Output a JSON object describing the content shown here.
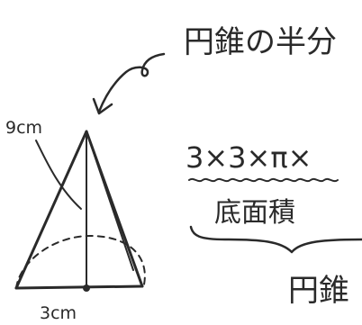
{
  "title": "円錐の半分",
  "labels": {
    "height": "9cm",
    "radius": "3cm",
    "formula": "3×3×π×",
    "base_area": "底面積",
    "bottom": "円錐"
  },
  "colors": {
    "ink": "#2a2a2a",
    "background": "#ffffff"
  }
}
